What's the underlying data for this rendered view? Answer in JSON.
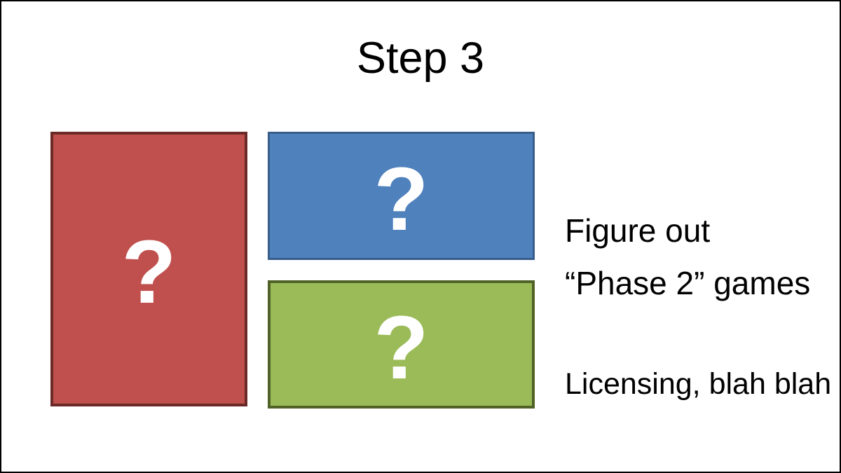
{
  "slide": {
    "title": "Step 3",
    "boxes": [
      {
        "name": "red-box",
        "label": "?",
        "fill": "#c0504d",
        "border": "#692a28"
      },
      {
        "name": "blue-box",
        "label": "?",
        "fill": "#4f81bd",
        "border": "#385d8a"
      },
      {
        "name": "green-box",
        "label": "?",
        "fill": "#9bbb59",
        "border": "#506228"
      }
    ],
    "annotation": {
      "line1": "Figure out",
      "line2": "“Phase 2” games",
      "note": "Licensing, blah blah"
    },
    "colors": {
      "background": "#ffffff",
      "frame_border": "#000000",
      "text": "#000000",
      "question_mark": "#ffffff"
    }
  }
}
